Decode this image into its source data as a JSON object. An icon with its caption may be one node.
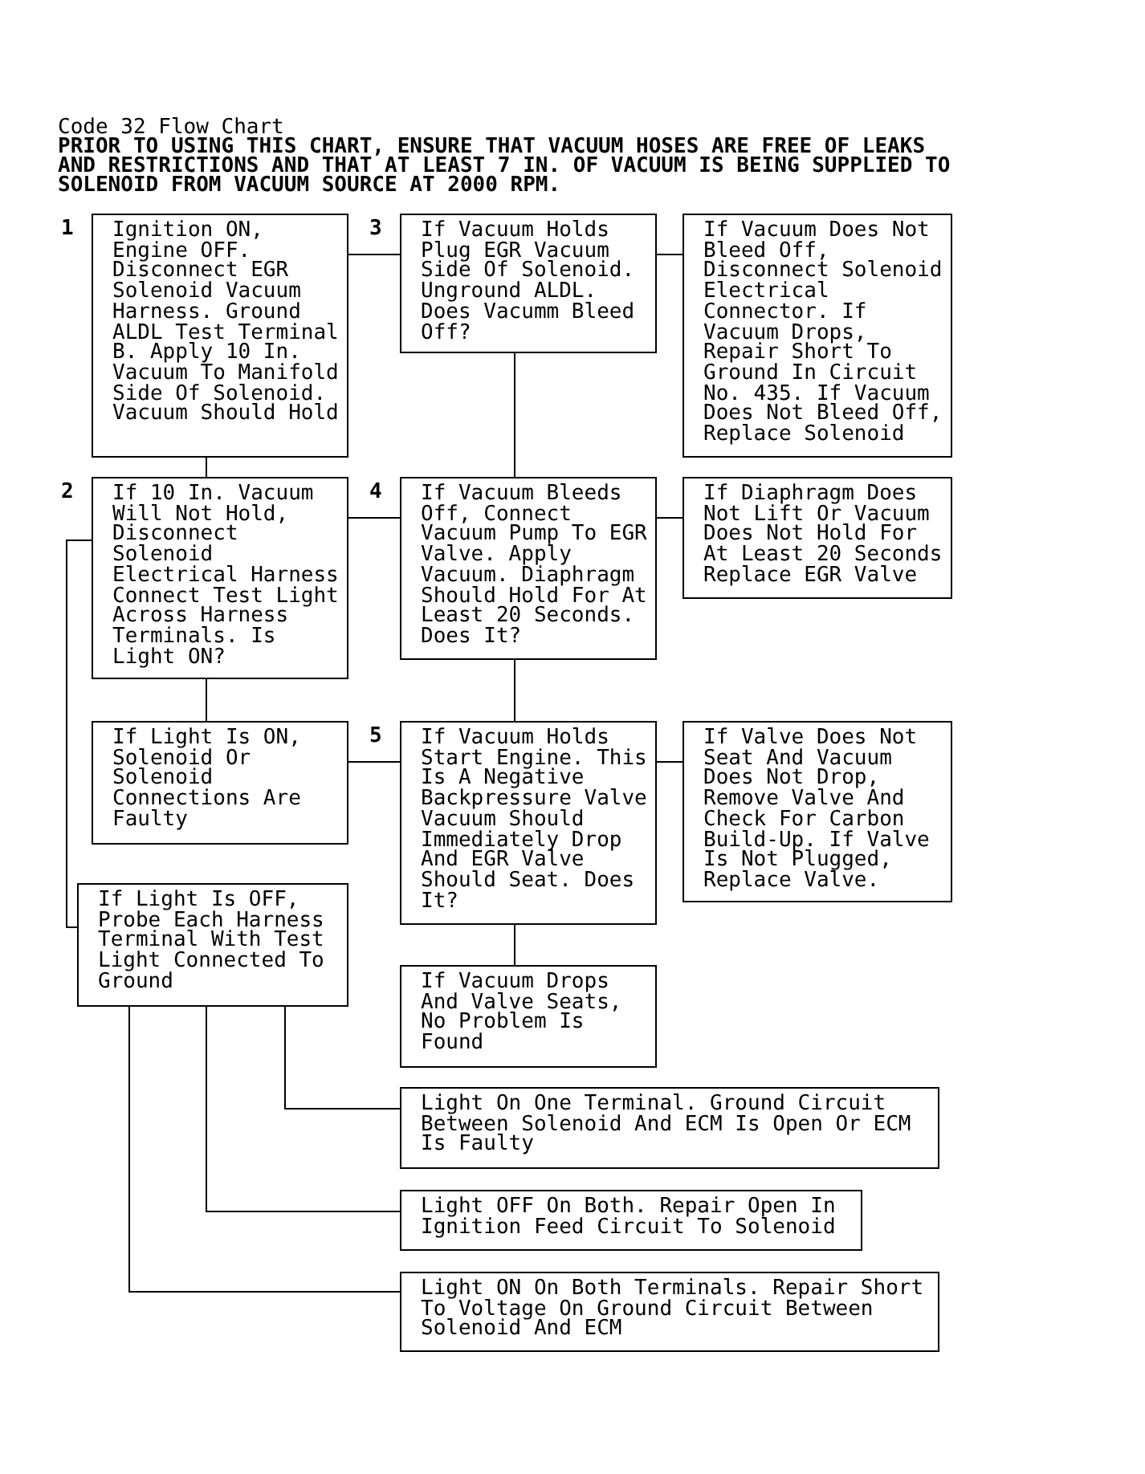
{
  "diagram": {
    "title": "Code 32 Flow Chart",
    "nodes": [
      {
        "text": [
          "Ignition ON, Engine OFF. Disconnect EGR Solenoid Vacuum Harness. Ground ALDL Test Terminal B. Apply 10 In. Vacuum To Manifold Side Of Solenoid. Vacuum Should Hold"
        ],
        "beside": [
          "1"
        ]
      },
      {
        "text": [
          "If Vacuum Holds Plug EGR Vacuum Side Of Solenoid. Unground ALDL. Does Vacumm Bleed Off?"
        ],
        "beside": [
          "3"
        ]
      },
      {
        "text": [
          "If Vacuum Does Not Bleed Off, Disconnect Solenoid Electrical Connector. If Vacuum Drops, Repair Short To Ground In Circuit No. 435. If Vacuum Does Not Bleed Off, Replace Solenoid"
        ]
      },
      {
        "text": [
          "If 10 In. Vacuum Will Not Hold, Disconnect Solenoid Electrical Harness Connect Test Light Across Harness Terminals. Is Light ON?"
        ],
        "beside": [
          "2"
        ]
      },
      {
        "text": [
          "If Vacuum Bleeds Off, Connect Vacuum Pump To EGR Valve. Apply Vacuum. Diaphragm Should Hold For At Least 20 Seconds. Does It?"
        ],
        "beside": [
          "4"
        ]
      },
      {
        "text": [
          "If Diaphragm Does Not Lift Or Vacuum Does Not Hold For At Least 20 Seconds Replace EGR Valve"
        ]
      },
      {
        "text": [
          "If Light Is ON, Solenoid Or Solenoid Connections Are Faulty"
        ]
      },
      {
        "text": [
          "If Vacuum Holds Start Engine. This Is A Negative Backpressure Valve Vacuum Should Immediately Drop And EGR Valve Should Seat. Does It?"
        ],
        "beside": [
          "5"
        ]
      },
      {
        "text": [
          "If Valve Does Not Seat And Vacuum Does Not Drop, Remove Valve And Check For Carbon Build-Up. If Valve Is Not Plugged, Replace Valve."
        ]
      },
      {
        "text": [
          "If Light Is OFF, Probe Each Harness Terminal With Test Light Connected To Ground"
        ]
      },
      {
        "text": [
          "If Vacuum Drops And Valve Seats, No Problem Is Found"
        ]
      },
      {
        "text": [
          "Light On One Terminal. Ground Circuit Between Solenoid And ECM Is Open Or ECM Is Faulty"
        ]
      },
      {
        "text": [
          "Light OFF On Both. Repair Open In Ignition Feed Circuit To Solenoid"
        ]
      },
      {
        "text": [
          "Light ON On Both Terminals. Repair Short To Voltage On Ground Circuit Between Solenoid And ECM"
        ]
      }
    ],
    "edges": [
      {
        "from": 0,
        "to": 1,
        "arrow": "none"
      },
      {
        "from": 1,
        "to": 2,
        "arrow": "none"
      },
      {
        "from": 0,
        "to": 3,
        "arrow": "none"
      },
      {
        "from": 1,
        "to": 4,
        "arrow": "none"
      },
      {
        "from": 3,
        "to": 4,
        "arrow": "none"
      },
      {
        "from": 4,
        "to": 5,
        "arrow": "none"
      },
      {
        "from": 3,
        "to": 6,
        "arrow": "none"
      },
      {
        "from": 4,
        "to": 7,
        "arrow": "none"
      },
      {
        "from": 6,
        "to": 7,
        "arrow": "none"
      },
      {
        "from": 7,
        "to": 8,
        "arrow": "none"
      },
      {
        "from": 3,
        "to": 9,
        "arrow": "none"
      },
      {
        "from": 7,
        "to": 10,
        "arrow": "none"
      },
      {
        "from": 9,
        "to": 11,
        "arrow": "none"
      },
      {
        "from": 9,
        "to": 12,
        "arrow": "none"
      },
      {
        "from": 9,
        "to": 13,
        "arrow": "none"
      }
    ],
    "labels": [
      "PRIOR TO USING THIS CHART, ENSURE THAT VACUUM HOSES ARE FREE OF LEAKS AND RESTRICTIONS AND THAT AT LEAST 7 IN. OF VACUUM IS BEING SUPPLIED TO SOLENOID FROM VACUUM SOURCE AT 2000 RPM."
    ]
  }
}
